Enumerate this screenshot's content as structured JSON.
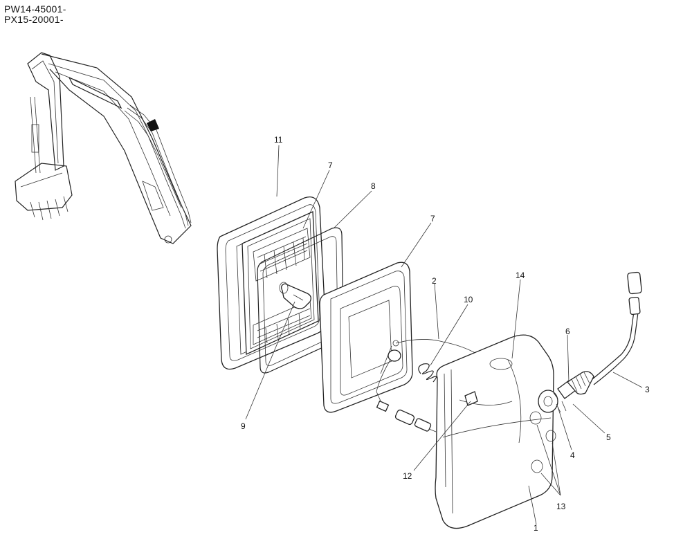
{
  "serial_numbers": [
    "PW14-45001-",
    "PX15-20001-"
  ],
  "callouts": [
    {
      "id": "c11",
      "label": "11"
    },
    {
      "id": "c7a",
      "label": "7"
    },
    {
      "id": "c8",
      "label": "8"
    },
    {
      "id": "c7b",
      "label": "7"
    },
    {
      "id": "c2",
      "label": "2"
    },
    {
      "id": "c10",
      "label": "10"
    },
    {
      "id": "c14",
      "label": "14"
    },
    {
      "id": "c6",
      "label": "6"
    },
    {
      "id": "c3",
      "label": "3"
    },
    {
      "id": "c5",
      "label": "5"
    },
    {
      "id": "c4",
      "label": "4"
    },
    {
      "id": "c13",
      "label": "13"
    },
    {
      "id": "c1",
      "label": "1"
    },
    {
      "id": "c12",
      "label": "12"
    },
    {
      "id": "c9",
      "label": "9"
    }
  ]
}
